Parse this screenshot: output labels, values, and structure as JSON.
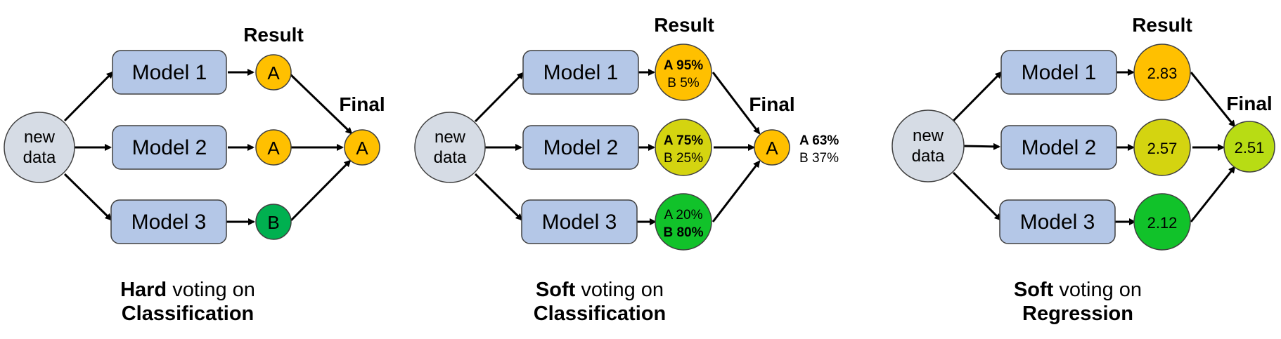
{
  "colors": {
    "model_box": "#b4c7e7",
    "new_data": "#d6dce5",
    "class_a": "#ffc000",
    "class_b_hard": "#00b050",
    "mixed_yellow": "#d4d410",
    "green": "#11c22a",
    "final_regression": "#b8dc14"
  },
  "panels": [
    {
      "new_data": [
        "new",
        "data"
      ],
      "models": [
        "Model 1",
        "Model 2",
        "Model 3"
      ],
      "result_header": "Result",
      "final_header": "Final",
      "results": [
        {
          "label": "A",
          "color": "#ffc000"
        },
        {
          "label": "A",
          "color": "#ffc000"
        },
        {
          "label": "B",
          "color": "#00b050"
        }
      ],
      "final": {
        "label": "A",
        "color": "#ffc000"
      },
      "caption": {
        "line1_bold": "Hard",
        "line1_rest": " voting on",
        "line2": "Classification"
      }
    },
    {
      "new_data": [
        "new",
        "data"
      ],
      "models": [
        "Model 1",
        "Model 2",
        "Model 3"
      ],
      "result_header": "Result",
      "final_header": "Final",
      "results": [
        {
          "line1": "A 95%",
          "line2": "B 5%",
          "bold_line": 1,
          "color": "#ffc000"
        },
        {
          "line1": "A 75%",
          "line2": "B 25%",
          "bold_line": 1,
          "color": "#d4d410"
        },
        {
          "line1": "A 20%",
          "line2": "B 80%",
          "bold_line": 2,
          "color": "#11c22a"
        }
      ],
      "final": {
        "label": "A",
        "color": "#ffc000",
        "prob_a": "A 63%",
        "prob_b": "B 37%"
      },
      "caption": {
        "line1_bold": "Soft",
        "line1_rest": " voting on",
        "line2": "Classification"
      }
    },
    {
      "new_data": [
        "new",
        "data"
      ],
      "models": [
        "Model 1",
        "Model 2",
        "Model 3"
      ],
      "result_header": "Result",
      "final_header": "Final",
      "results": [
        {
          "label": "2.83",
          "color": "#ffc000"
        },
        {
          "label": "2.57",
          "color": "#d4d410"
        },
        {
          "label": "2.12",
          "color": "#11c22a"
        }
      ],
      "final": {
        "label": "2.51",
        "color": "#b8dc14"
      },
      "caption": {
        "line1_bold": "Soft",
        "line1_rest": " voting on",
        "line2": "Regression"
      }
    }
  ]
}
